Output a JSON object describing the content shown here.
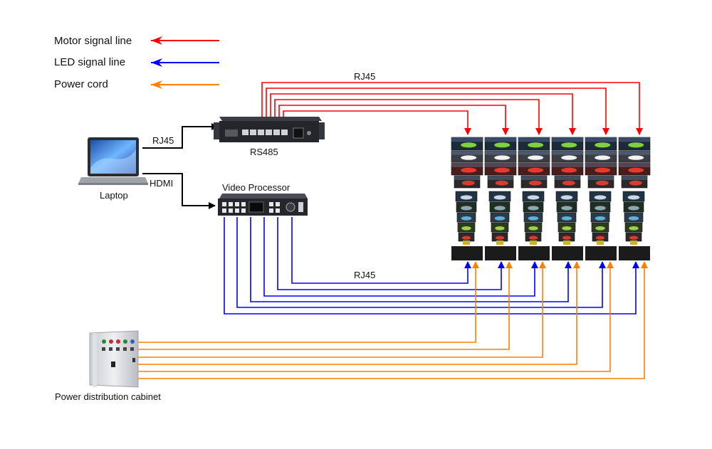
{
  "legend": [
    {
      "key": "motor",
      "label": "Motor signal line",
      "color": "#ff0000"
    },
    {
      "key": "led",
      "label": "LED signal line",
      "color": "#0000ff"
    },
    {
      "key": "power",
      "label": "Power cord",
      "color": "#ff8000"
    }
  ],
  "devices": {
    "laptop": {
      "label": "Laptop"
    },
    "rs485": {
      "label": "RS485"
    },
    "video_processor": {
      "label": "Video Processor"
    },
    "cabinet": {
      "label": "Power distribution cabinet"
    }
  },
  "connections": {
    "laptop_to_rs485": "RJ45",
    "laptop_to_processor": "HDMI",
    "motor_bus": "RJ45",
    "led_bus": "RJ45"
  },
  "screen_columns": 6,
  "colors": {
    "motor": "#ff0000",
    "led": "#0000ff",
    "power": "#ff8000",
    "control": "#000000"
  }
}
